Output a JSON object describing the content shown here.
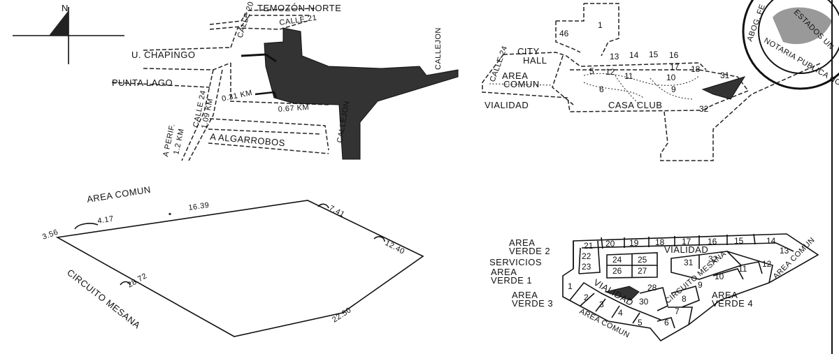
{
  "compass": {
    "north": "N"
  },
  "location_map": {
    "temozon_norte": "TEMOZÓN NORTE",
    "calle_21": "CALLE 21",
    "calle_20": "CALLE 20",
    "u_chapingo": "U. CHAPINGO",
    "punta_lago": "PUNTA LAGO",
    "callejon_right": "CALLEJON",
    "callejon_bottom": "CALLEJON",
    "calle_24": "CALLE 24",
    "dist_031": "0.31 KM",
    "dist_067": "0.67 KM",
    "dist_109": "1.09 KM",
    "a_perif": "A PERIF.",
    "dist_12": "1.2 KM",
    "a_algarrobos": "A ALGARROBOS"
  },
  "site_map": {
    "city_hall": [
      "CITY",
      "HALL"
    ],
    "area_comun": [
      "AREA",
      "COMUN"
    ],
    "calle_24": "CALLE 24",
    "vialidad": "VIALIDAD",
    "casa_club": "CASA CLUB",
    "lots": [
      "46",
      "1",
      "13",
      "14",
      "15",
      "16",
      "5",
      "12",
      "11",
      "10",
      "17",
      "18",
      "31",
      "6",
      "9",
      "32"
    ]
  },
  "polygon": {
    "area_comun": "AREA COMUN",
    "circuito_mesana": "CIRCUITO MESANA",
    "d_356": "3.56",
    "d_417": "4.17",
    "d_1639": "16.39",
    "d_741": "7.41",
    "d_1240": "12.40",
    "d_2250": "22.50",
    "d_2872": "28.72"
  },
  "lot_plan": {
    "area_verde_2": [
      "AREA",
      "VERDE 2"
    ],
    "servicios": "SERVICIOS",
    "area_verde_1": [
      "AREA",
      "VERDE 1"
    ],
    "area_verde_3": [
      "AREA",
      "VERDE 3"
    ],
    "area_verde_4": [
      "AREA",
      "VERDE 4"
    ],
    "vialidad_top": "VIALIDAD",
    "vialidad_mid": "VIALIDAD",
    "circuito_mesana": "CIRCUITO MESANA",
    "area_comun_right": "AREA COMUN",
    "area_comun_bottom": "AREA COMUN",
    "top_row": [
      "21",
      "20",
      "19",
      "18",
      "17",
      "16",
      "15",
      "14"
    ],
    "left_col": [
      "22",
      "23"
    ],
    "mid_lots": [
      "24",
      "25",
      "26",
      "27",
      "28",
      "31",
      "32"
    ],
    "right_lots": [
      "13",
      "12",
      "11",
      "10",
      "9",
      "8",
      "7",
      "6"
    ],
    "bottom_row": [
      "1",
      "2",
      "3",
      "4",
      "5",
      "30"
    ]
  },
  "stamp": {
    "arc_left": "ABOG. FE",
    "arc_top": "ESTADOS UN",
    "arc_bottom": "NOTARIA PUBLICA NO"
  }
}
